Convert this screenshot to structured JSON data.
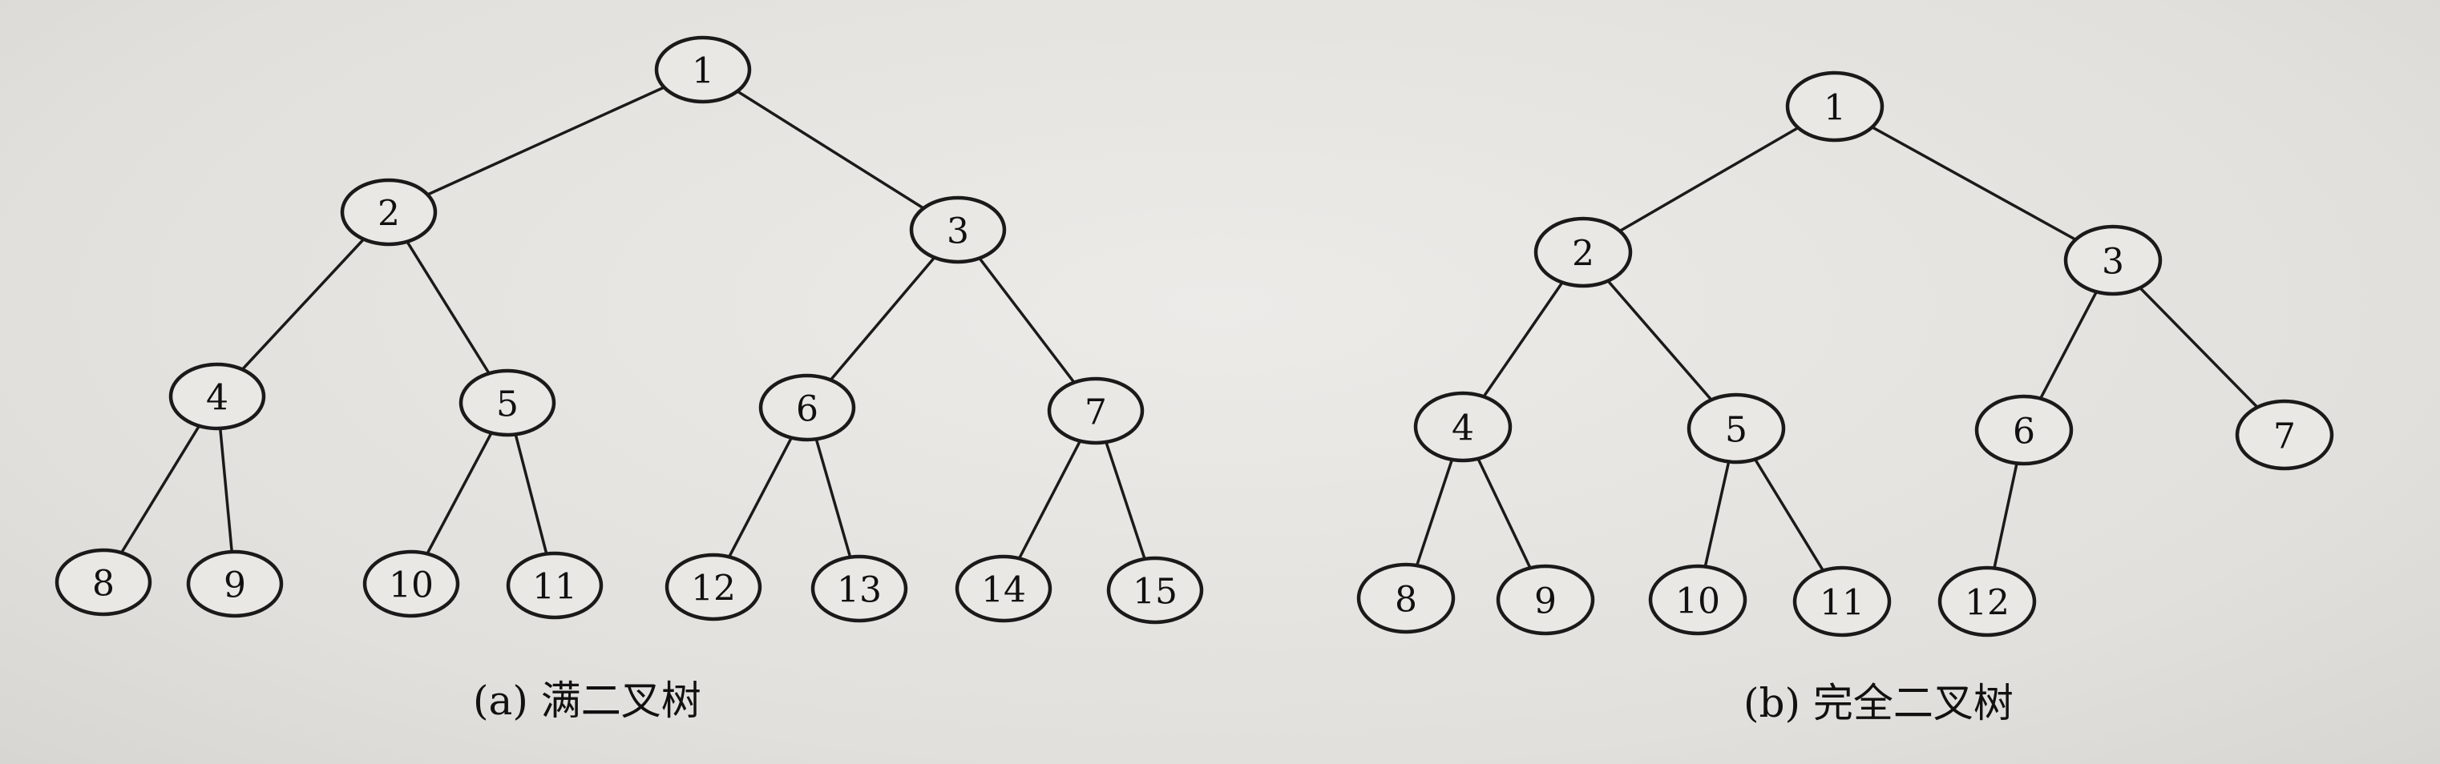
{
  "trees": [
    {
      "id": "a",
      "caption": "(a) 满二叉树",
      "nodes": [
        "1",
        "2",
        "3",
        "4",
        "5",
        "6",
        "7",
        "8",
        "9",
        "10",
        "11",
        "12",
        "13",
        "14",
        "15"
      ]
    },
    {
      "id": "b",
      "caption": "(b) 完全二叉树",
      "nodes": [
        "1",
        "2",
        "3",
        "4",
        "5",
        "6",
        "7",
        "8",
        "9",
        "10",
        "11",
        "12"
      ]
    }
  ],
  "colors": {
    "stroke": "#1a1a1a",
    "text": "#111111",
    "node_fill": "#e9e8e5",
    "background": "#e4e2de"
  }
}
